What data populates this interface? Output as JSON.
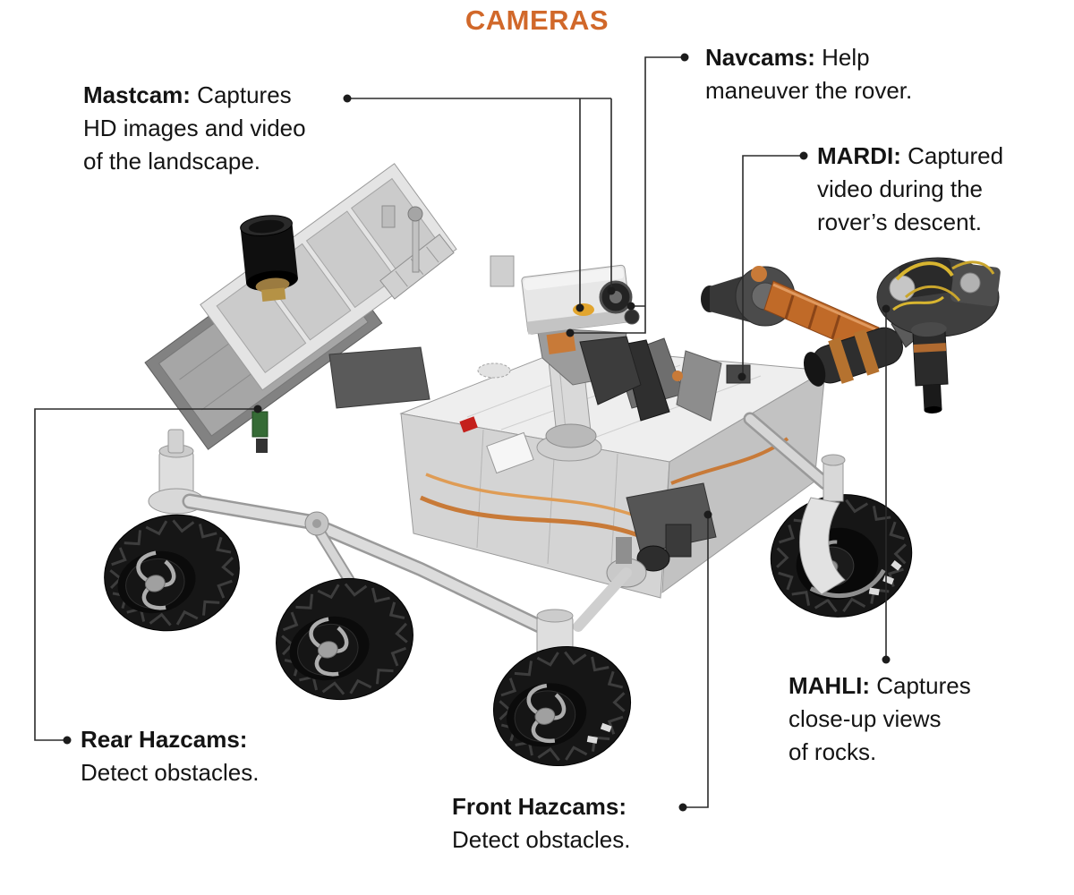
{
  "title": "CAMERAS",
  "colors": {
    "accent": "#d1682a",
    "text": "#141414",
    "leader_line": "#2b2b2b",
    "leader_dot": "#1c1c1c"
  },
  "labels": {
    "mastcam": {
      "name": "Mastcam:",
      "line1": " Captures",
      "line2": "HD images and video",
      "line3": "of the landscape."
    },
    "navcams": {
      "name": "Navcams:",
      "line1": " Help",
      "line2": "maneuver the rover."
    },
    "mardi": {
      "name": "MARDI:",
      "line1": " Captured",
      "line2": "video during the",
      "line3": "rover’s descent."
    },
    "mahli": {
      "name": "MAHLI:",
      "line1": " Captures",
      "line2": "close-up views",
      "line3": "of rocks."
    },
    "rear_hazcams": {
      "name": "Rear Hazcams:",
      "line1": "Detect obstacles."
    },
    "front_hazcams": {
      "name": "Front Hazcams:",
      "line1": "Detect obstacles."
    }
  }
}
